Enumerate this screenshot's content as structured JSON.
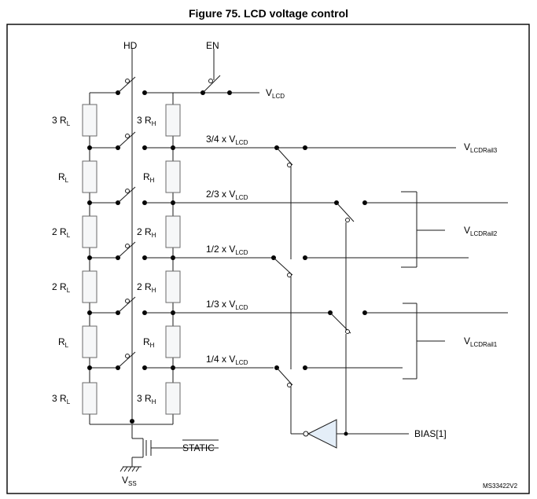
{
  "title": "Figure 75. LCD voltage control",
  "labels": {
    "hd": "HD",
    "en": "EN",
    "vlcd_main": "V",
    "vlcd_main_sub": "LCD",
    "rail3": "V",
    "rail3_sub": "LCDRail3",
    "rail2": "V",
    "rail2_sub": "LCDRail2",
    "rail1": "V",
    "rail1_sub": "LCDRail1",
    "tap_34": "3/4 x V",
    "tap_23": "2/3 x V",
    "tap_12": "1/2 x V",
    "tap_13": "1/3 x V",
    "tap_14": "1/4 x V",
    "tap_sub": "LCD",
    "bias": "BIAS[1]",
    "static": "STATIC",
    "vss": "V",
    "vss_sub": "SS",
    "ref": "MS33422V2"
  },
  "left_resistors": [
    {
      "num": "3 R",
      "sub": "L"
    },
    {
      "num": "R",
      "sub": "L"
    },
    {
      "num": "2 R",
      "sub": "L"
    },
    {
      "num": "2 R",
      "sub": "L"
    },
    {
      "num": "R",
      "sub": "L"
    },
    {
      "num": "3 R",
      "sub": "L"
    }
  ],
  "right_resistors": [
    {
      "num": "3 R",
      "sub": "H"
    },
    {
      "num": "R",
      "sub": "H"
    },
    {
      "num": "2 R",
      "sub": "H"
    },
    {
      "num": "2 R",
      "sub": "H"
    },
    {
      "num": "R",
      "sub": "H"
    },
    {
      "num": "3 R",
      "sub": "H"
    }
  ]
}
